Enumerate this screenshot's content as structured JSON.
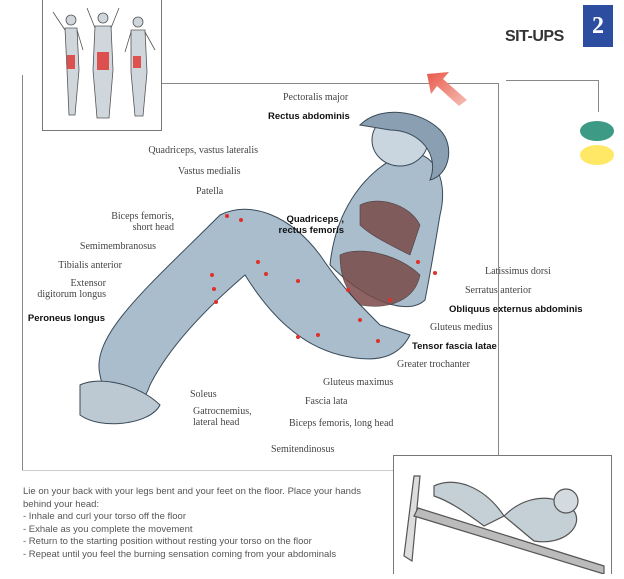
{
  "header": {
    "title": "SIT-UPS",
    "number": "2"
  },
  "legend": {
    "colors": [
      "#3c9a85",
      "#ffe866"
    ]
  },
  "accent": {
    "arrow": "#e8584a",
    "badge": "#2d4ea0",
    "muscle_dot": "#e0302a"
  },
  "labels": {
    "pectoralis_major": "Pectoralis major",
    "rectus_abdominis": "Rectus abdominis",
    "quadriceps_vastus_lateralis": "Quadriceps, vastus lateralis",
    "vastus_medialis": "Vastus medialis",
    "patella": "Patella",
    "biceps_femoris_short_1": "Biceps femoris,",
    "biceps_femoris_short_2": "short head",
    "quadriceps_rectus_1": "Quadriceps ,",
    "quadriceps_rectus_2": "rectus femoris",
    "semimembranosus": "Semimembranosus",
    "tibialis_anterior": "Tibialis anterior",
    "extensor_1": "Extensor",
    "extensor_2": "digitorum longus",
    "peroneus_longus": "Peroneus longus",
    "latissimus_dorsi": "Latissimus dorsi",
    "serratus_anterior": "Serratus anterior",
    "obliquus": "Obliquus externus abdominis",
    "gluteus_medius": "Gluteus medius",
    "tensor_fascia_latae": "Tensor fascia latae",
    "greater_trochanter": "Greater trochanter",
    "gluteus_maximus": "Gluteus maximus",
    "fascia_lata": "Fascia lata",
    "soleus": "Soleus",
    "gastrocnemius_1": "Gatrocnemius,",
    "gastrocnemius_2": "lateral head",
    "biceps_femoris_long": "Biceps femoris, long head",
    "semitendinosus": "Semitendinosus"
  },
  "instructions": {
    "intro_1": "Lie on your back with your legs bent and your feet on the floor. Place your hands",
    "intro_2": "behind your head:",
    "steps": [
      "- Inhale and curl your torso off the floor",
      "- Exhale as you complete the movement",
      "- Return to the starting position without resting your torso on the floor",
      "- Repeat until you feel the burning sensation coming from your abdominals"
    ]
  }
}
